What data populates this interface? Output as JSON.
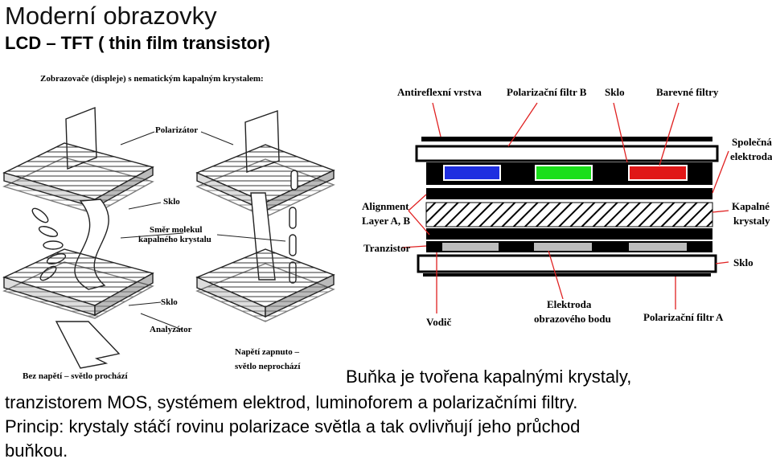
{
  "title": "Moderní obrazovky",
  "subtitle": "LCD – TFT ( thin film transistor)",
  "left_diagram": {
    "heading": "Zobrazovače (displeje) s nematickým kapalným krystalem:",
    "labels": {
      "polarizator": "Polarizátor",
      "sklo_top": "Sklo",
      "smer_line1": "Směr molekul",
      "smer_line2": "kapalného krystalu",
      "sklo_bottom": "Sklo",
      "analyzator": "Analyzátor",
      "bez_napeti": "Bez napětí – světlo prochází",
      "napeti_line1": "Napětí zapnuto –",
      "napeti_line2": "světlo neprochází"
    }
  },
  "right_diagram": {
    "labels": {
      "antireflex": "Antireflexní vrstva",
      "polfiltr_b": "Polarizační filtr B",
      "sklo_top": "Sklo",
      "barevne": "Barevné filtry",
      "spolecna_1": "Společná",
      "spolecna_2": "elektroda",
      "alignment_1": "Alignment",
      "alignment_2": "Layer A, B",
      "kapalne_1": "Kapalné",
      "kapalne_2": "krystaly",
      "tranzistor": "Tranzistor",
      "sklo_bottom": "Sklo",
      "vodic": "Vodič",
      "elektroda_1": "Elektroda",
      "elektroda_2": "obrazového bodu",
      "polfiltr_a": "Polarizační filtr A"
    },
    "colors": {
      "blue": "#1f2fe0",
      "green": "#1adf1a",
      "red": "#e01818",
      "pointer": "#e02020",
      "pixel_electrode": "#bdbdbd"
    }
  },
  "description": {
    "line1": "Buňka je tvořena kapalnými krystaly,",
    "line2": "tranzistorem MOS, systémem elektrod, luminoforem a polarizačními filtry.",
    "line3": "Princip: krystaly stáčí rovinu polarizace světla a tak ovlivňují jeho průchod",
    "line4": "buňkou."
  }
}
